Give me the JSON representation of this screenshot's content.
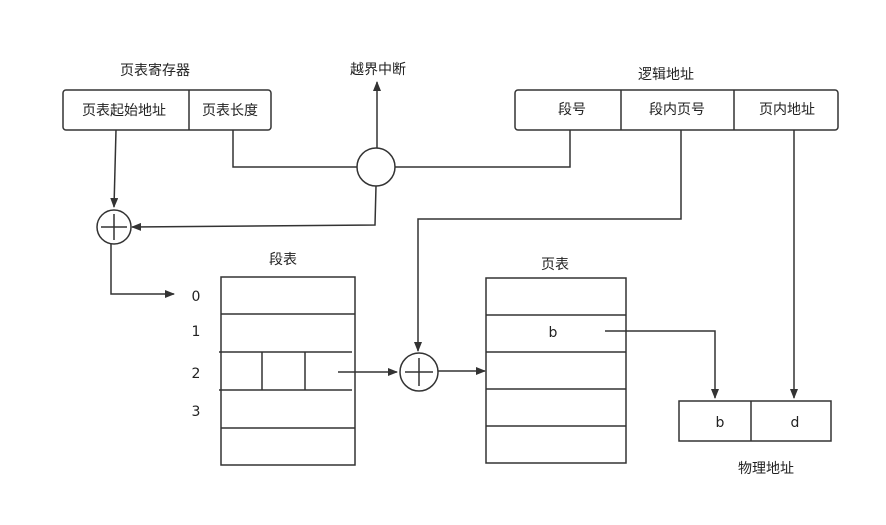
{
  "page_table_register": {
    "title": "页表寄存器",
    "field_start": "页表起始地址",
    "field_length": "页表长度"
  },
  "interrupt": {
    "label": "越界中断"
  },
  "logical_address": {
    "title": "逻辑地址",
    "field_segment": "段号",
    "field_page_in_segment": "段内页号",
    "field_offset": "页内地址"
  },
  "segment_table": {
    "title": "段表",
    "row_labels": [
      "0",
      "1",
      "2",
      "3"
    ]
  },
  "page_table": {
    "title": "页表",
    "entry_b": "b"
  },
  "physical_address": {
    "title": "物理地址",
    "field_b": "b",
    "field_d": "d"
  }
}
